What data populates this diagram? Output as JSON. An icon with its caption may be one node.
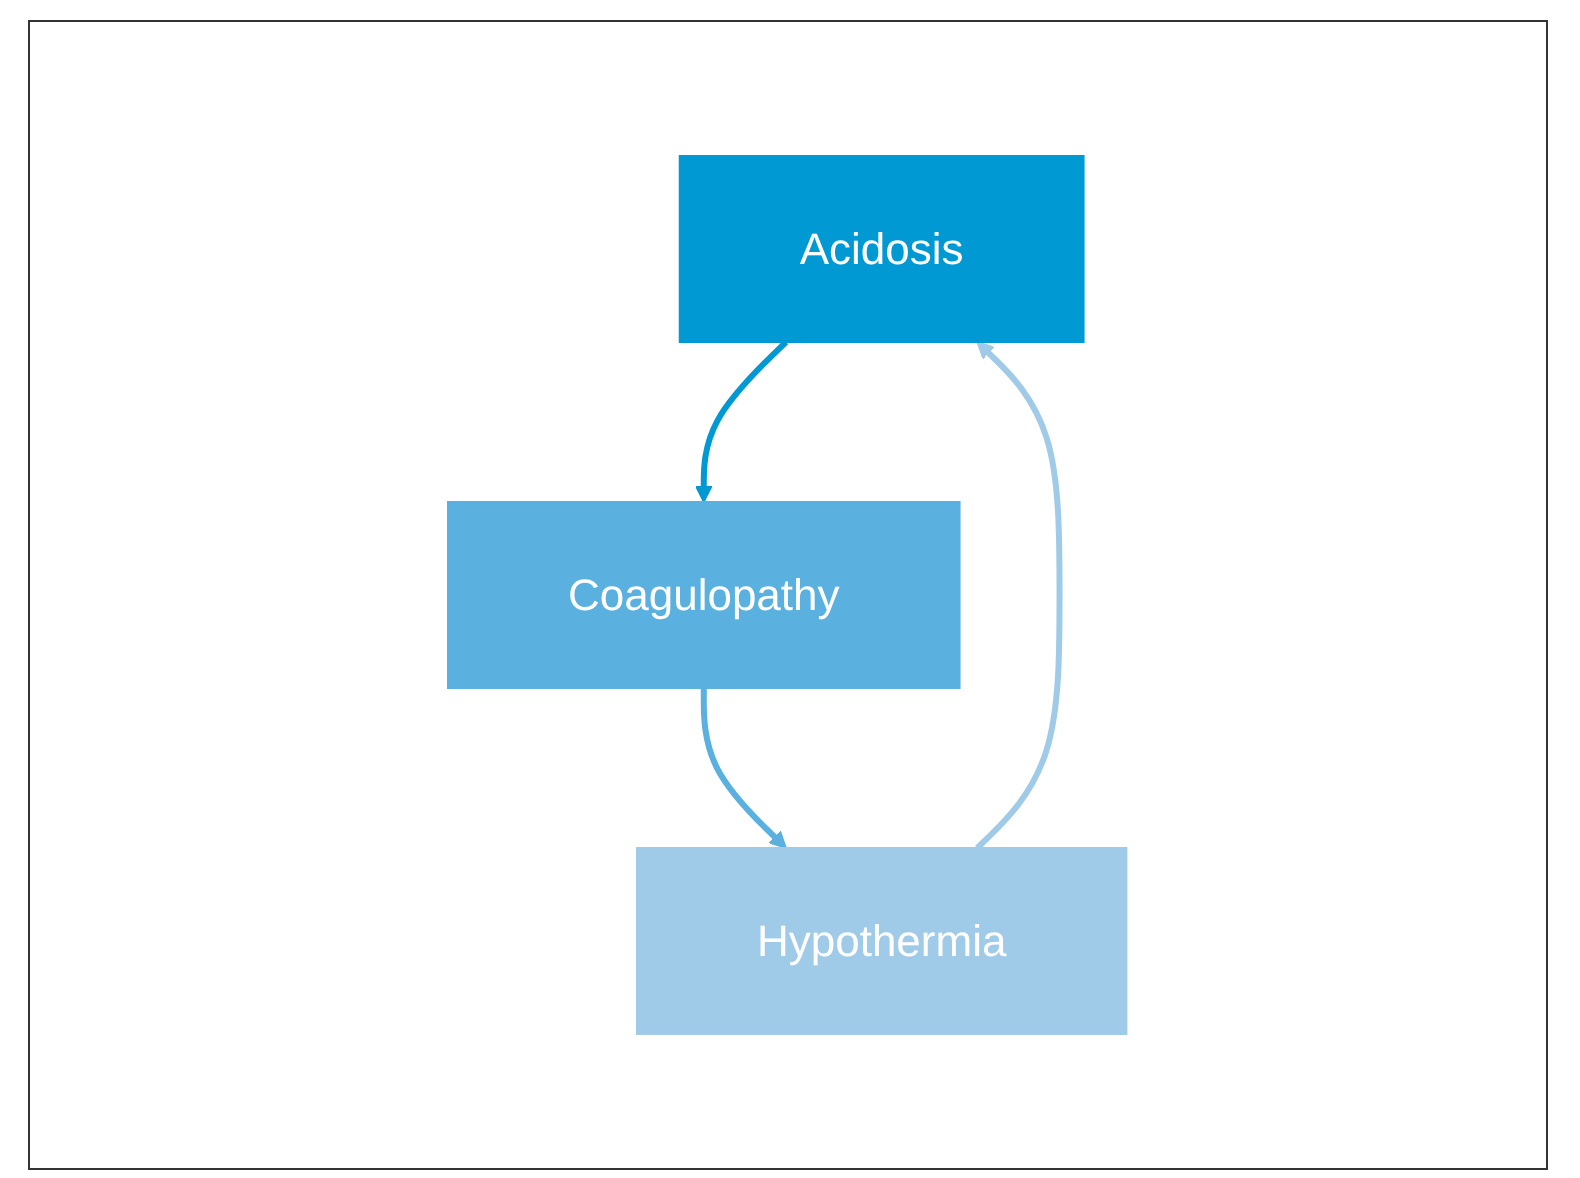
{
  "diagram": {
    "nodes": [
      {
        "text": [
          "Acidosis"
        ]
      },
      {
        "text": [
          "Coagulopathy"
        ]
      },
      {
        "text": [
          "Hypothermia"
        ]
      }
    ],
    "edges": [
      {
        "from": 0,
        "to": 1,
        "arrow": "to",
        "color": "#0099d4"
      },
      {
        "from": 1,
        "to": 2,
        "arrow": "to",
        "color": "#5ab0df"
      },
      {
        "from": 2,
        "to": 0,
        "arrow": "to",
        "color": "#a0cbe8"
      }
    ]
  }
}
